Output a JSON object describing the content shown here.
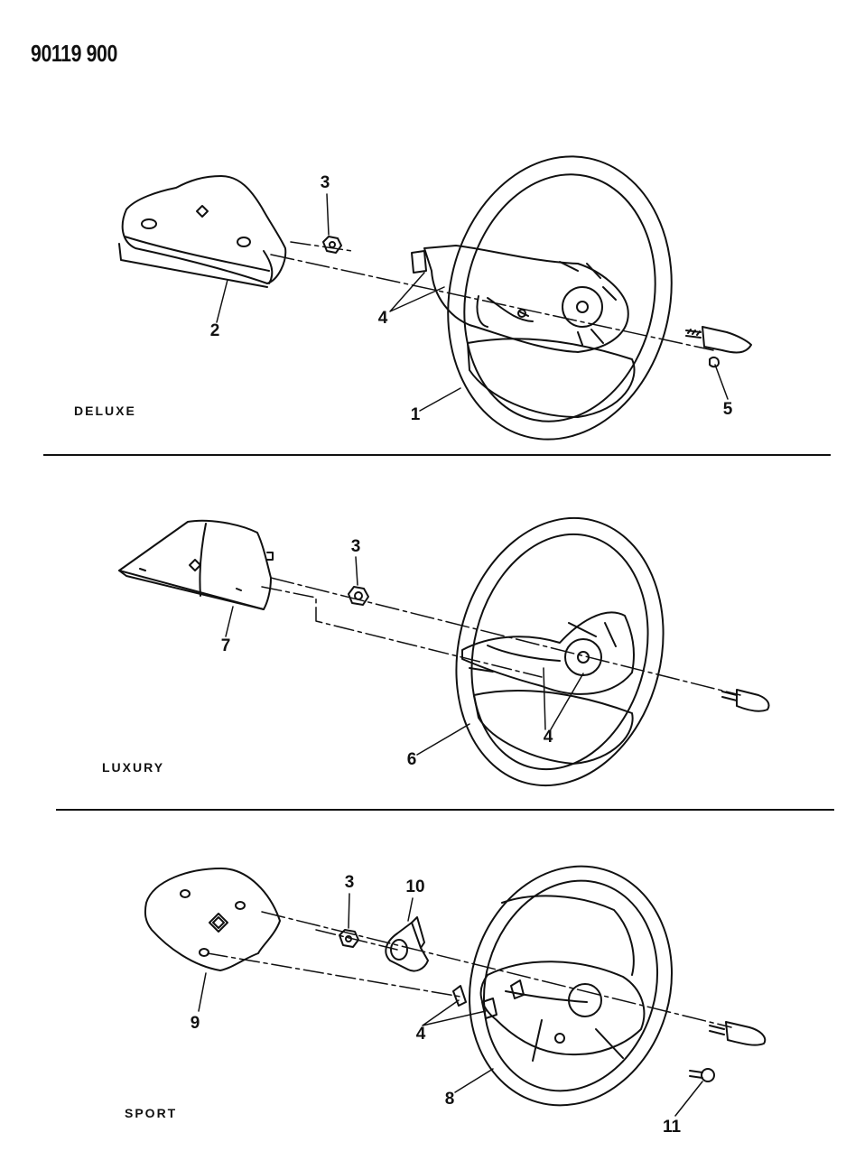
{
  "document_id": "90119 900",
  "sections": {
    "deluxe": "DELUXE",
    "luxury": "LUXURY",
    "sport": "SPORT"
  },
  "callouts": {
    "deluxe": [
      "1",
      "2",
      "3",
      "4",
      "5"
    ],
    "luxury": [
      "3",
      "4",
      "6",
      "7"
    ],
    "sport": [
      "3",
      "4",
      "8",
      "9",
      "10",
      "11"
    ]
  }
}
